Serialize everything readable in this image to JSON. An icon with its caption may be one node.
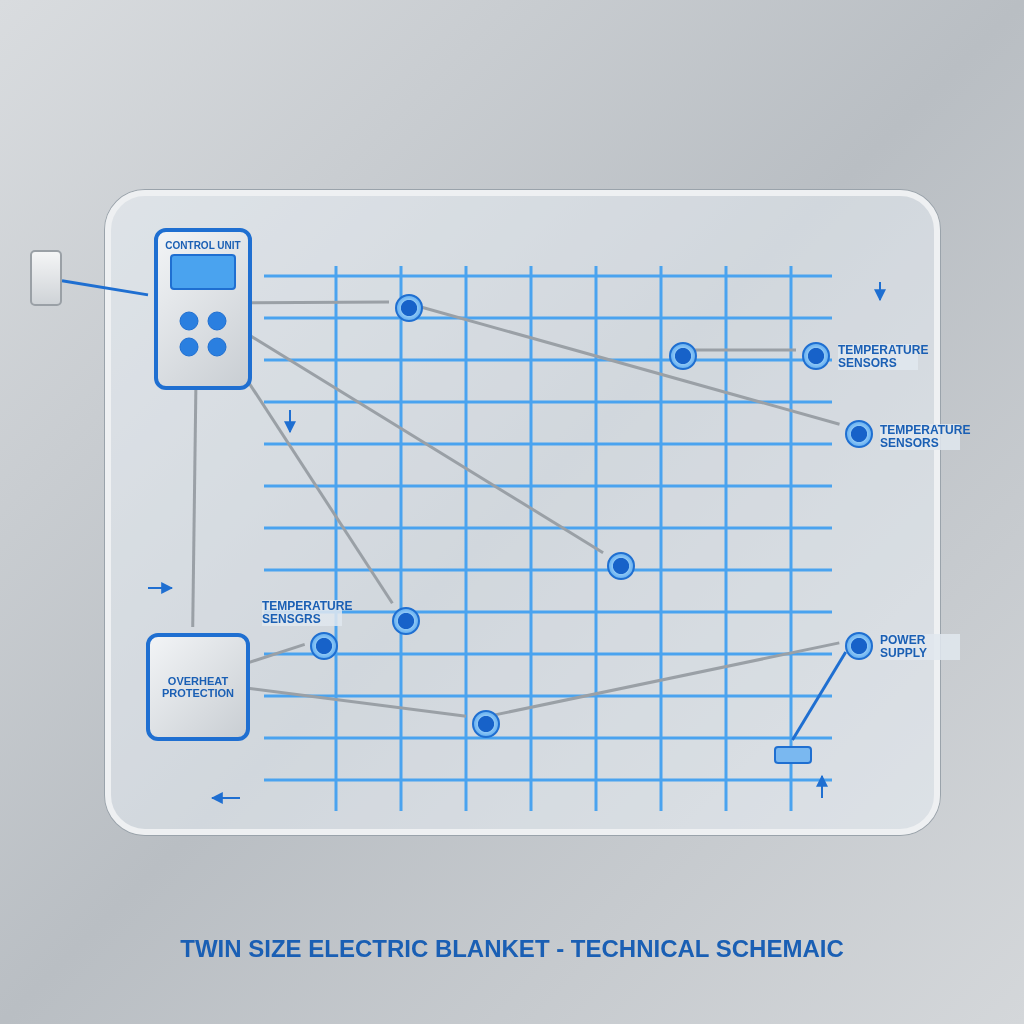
{
  "diagram": {
    "title": "TWIN SIZE ELECTRIC BLANKET - TECHNICAL SCHEMAIC",
    "nodes": [
      {
        "text": [],
        "shape": "box"
      },
      {
        "text": [],
        "shape": "box"
      },
      {
        "text": [
          "CONTROL UNIT"
        ],
        "in": 0
      },
      {
        "text": [],
        "shape": "circle",
        "in": 0
      },
      {
        "text": [],
        "shape": "circle",
        "in": 0
      },
      {
        "text": [],
        "shape": "circle",
        "in": 0,
        "beside": [
          "TEMPERATURE SENSORS"
        ]
      },
      {
        "text": [],
        "shape": "circle",
        "in": 0,
        "beside": [
          "TEMPERATURE SENSORS"
        ]
      },
      {
        "text": [],
        "shape": "circle",
        "in": 0
      },
      {
        "text": [],
        "shape": "circle",
        "in": 0
      },
      {
        "text": [
          "OVERHEAT PROTECTION"
        ],
        "in": 0
      },
      {
        "text": [],
        "shape": "circle",
        "in": 0,
        "beside": [
          "TEMPERATURE SENSGRS"
        ]
      },
      {
        "text": [],
        "shape": "circle",
        "in": 0,
        "beside": [
          "POWER SUPPLY"
        ]
      },
      {
        "text": [],
        "shape": "circle",
        "in": 0
      },
      {
        "text": [],
        "shape": "box",
        "in": 0
      }
    ],
    "edges": [
      {
        "from": 1,
        "to": 2,
        "arrow": "none",
        "color": "#1f6fd1"
      },
      {
        "from": 2,
        "to": 3,
        "arrow": "none"
      },
      {
        "from": 3,
        "to": 6,
        "arrow": "none"
      },
      {
        "from": 2,
        "to": 7,
        "arrow": "none"
      },
      {
        "from": 2,
        "to": 8,
        "arrow": "none"
      },
      {
        "from": 2,
        "to": 9,
        "arrow": "none"
      },
      {
        "from": 4,
        "to": 5,
        "arrow": "none"
      },
      {
        "from": 9,
        "to": 10,
        "arrow": "none"
      },
      {
        "from": 9,
        "to": 12,
        "arrow": "none"
      },
      {
        "from": 12,
        "to": 11,
        "arrow": "none"
      },
      {
        "from": 11,
        "to": 13,
        "arrow": "none",
        "color": "#1f6fd1"
      }
    ]
  }
}
